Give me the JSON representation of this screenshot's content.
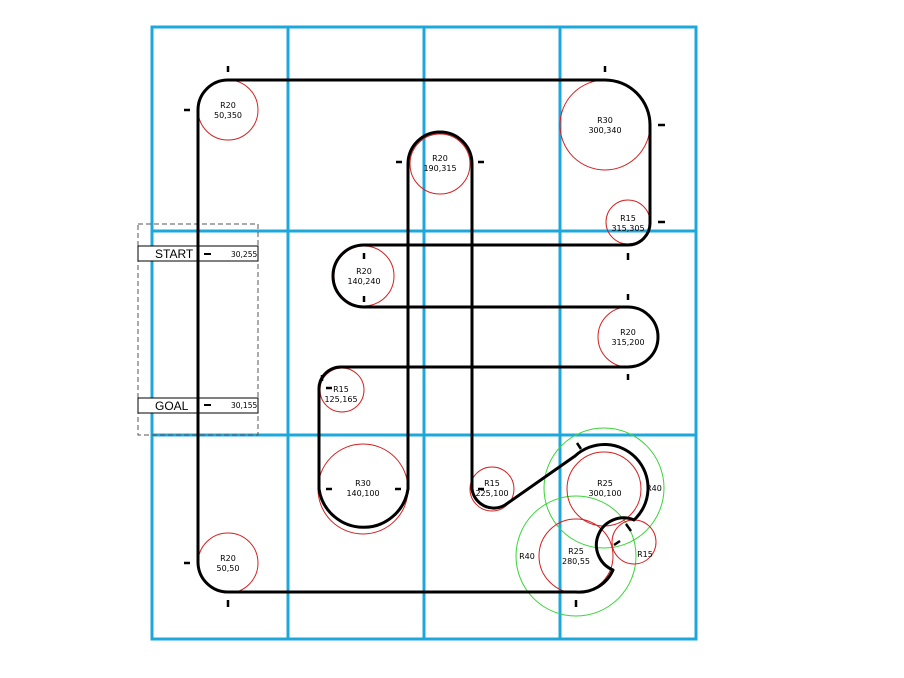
{
  "colors": {
    "grid": "#1da8dc",
    "track": "#000000",
    "radius_circle": "#d42020",
    "guide_circle": "#39d439",
    "zone_border": "#555555"
  },
  "zone": {
    "start_label": "START",
    "start_coord": "30,255",
    "goal_label": "GOAL",
    "goal_coord": "30,155"
  },
  "circles": [
    {
      "r_label": "R20",
      "c_label": "50,350"
    },
    {
      "r_label": "R20",
      "c_label": "190,315"
    },
    {
      "r_label": "R30",
      "c_label": "300,340"
    },
    {
      "r_label": "R15",
      "c_label": "315,305"
    },
    {
      "r_label": "R20",
      "c_label": "140,240"
    },
    {
      "r_label": "R20",
      "c_label": "315,200"
    },
    {
      "r_label": "R15",
      "c_label": "125,165"
    },
    {
      "r_label": "R30",
      "c_label": "140,100"
    },
    {
      "r_label": "R15",
      "c_label": "225,100"
    },
    {
      "r_label": "R25",
      "c_label": "300,100"
    },
    {
      "r_label": "R25",
      "c_label": "280,55"
    },
    {
      "r_label": "R20",
      "c_label": "50,50"
    },
    {
      "r_label": "R15",
      "c_label": ""
    }
  ],
  "guides": [
    {
      "r_label": "R40"
    },
    {
      "r_label": "R40"
    }
  ]
}
